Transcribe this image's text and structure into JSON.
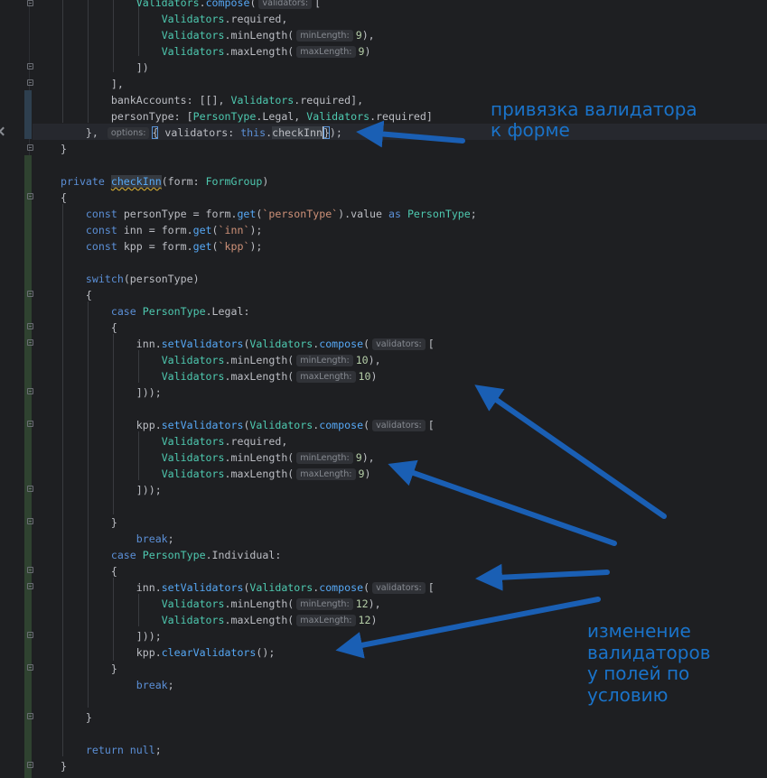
{
  "editor": {
    "language": "typescript",
    "lines": [
      {
        "indent": 6,
        "tokens": [
          {
            "t": "Validators",
            "c": "ty"
          },
          {
            "t": "."
          },
          {
            "t": "compose",
            "c": "mt"
          },
          {
            "t": "("
          },
          {
            "h": "validators:"
          },
          {
            "t": "["
          }
        ]
      },
      {
        "indent": 8,
        "tokens": [
          {
            "t": "Validators",
            "c": "ty"
          },
          {
            "t": ".required,"
          }
        ]
      },
      {
        "indent": 8,
        "tokens": [
          {
            "t": "Validators",
            "c": "ty"
          },
          {
            "t": ".minLength("
          },
          {
            "h": "minLength:"
          },
          {
            "t": "9",
            "c": "num"
          },
          {
            "t": "),"
          }
        ]
      },
      {
        "indent": 8,
        "tokens": [
          {
            "t": "Validators",
            "c": "ty"
          },
          {
            "t": ".maxLength("
          },
          {
            "h": "maxLength:"
          },
          {
            "t": "9",
            "c": "num"
          },
          {
            "t": ")"
          }
        ]
      },
      {
        "indent": 6,
        "tokens": [
          {
            "t": "])"
          }
        ]
      },
      {
        "indent": 4,
        "tokens": [
          {
            "t": "],"
          }
        ]
      },
      {
        "indent": 4,
        "tokens": [
          {
            "t": "bankAccounts: [[], "
          },
          {
            "t": "Validators",
            "c": "ty"
          },
          {
            "t": ".required],"
          }
        ]
      },
      {
        "indent": 4,
        "tokens": [
          {
            "t": "personType: ["
          },
          {
            "t": "PersonType",
            "c": "ty"
          },
          {
            "t": ".Legal, "
          },
          {
            "t": "Validators",
            "c": "ty"
          },
          {
            "t": ".required]"
          }
        ]
      },
      {
        "indent": 2,
        "tokens": [
          {
            "t": "}, "
          },
          {
            "h": "options:"
          },
          {
            "t": "{",
            "c": "bracket-hl"
          },
          {
            "t": " validators: "
          },
          {
            "t": "this",
            "c": "kw"
          },
          {
            "t": "."
          },
          {
            "t": "checkInn",
            "c": "hl caret"
          },
          {
            "t": "}",
            "c": "bracket-hl"
          },
          {
            "t": ");"
          }
        ]
      },
      {
        "indent": 0,
        "tokens": [
          {
            "t": "}"
          }
        ]
      },
      {
        "indent": 0,
        "tokens": []
      },
      {
        "indent": 0,
        "tokens": [
          {
            "t": "private ",
            "c": "kw"
          },
          {
            "t": "checkInn",
            "c": "mt squiggle hl"
          },
          {
            "t": "(form: "
          },
          {
            "t": "FormGroup",
            "c": "ty"
          },
          {
            "t": ")"
          }
        ]
      },
      {
        "indent": 0,
        "tokens": [
          {
            "t": "{"
          }
        ]
      },
      {
        "indent": 2,
        "tokens": [
          {
            "t": "const ",
            "c": "kw"
          },
          {
            "t": "personType = form."
          },
          {
            "t": "get",
            "c": "mt"
          },
          {
            "t": "("
          },
          {
            "t": "`personType`",
            "c": "st2"
          },
          {
            "t": ").value "
          },
          {
            "t": "as ",
            "c": "kw"
          },
          {
            "t": "PersonType",
            "c": "ty"
          },
          {
            "t": ";"
          }
        ]
      },
      {
        "indent": 2,
        "tokens": [
          {
            "t": "const ",
            "c": "kw"
          },
          {
            "t": "inn = form."
          },
          {
            "t": "get",
            "c": "mt"
          },
          {
            "t": "("
          },
          {
            "t": "`inn`",
            "c": "st2"
          },
          {
            "t": ");"
          }
        ]
      },
      {
        "indent": 2,
        "tokens": [
          {
            "t": "const ",
            "c": "kw"
          },
          {
            "t": "kpp = form."
          },
          {
            "t": "get",
            "c": "mt"
          },
          {
            "t": "("
          },
          {
            "t": "`kpp`",
            "c": "st2"
          },
          {
            "t": ");"
          }
        ]
      },
      {
        "indent": 0,
        "tokens": []
      },
      {
        "indent": 2,
        "tokens": [
          {
            "t": "switch",
            "c": "kw"
          },
          {
            "t": "(personType)"
          }
        ]
      },
      {
        "indent": 2,
        "tokens": [
          {
            "t": "{"
          }
        ]
      },
      {
        "indent": 4,
        "tokens": [
          {
            "t": "case ",
            "c": "kw"
          },
          {
            "t": "PersonType",
            "c": "ty"
          },
          {
            "t": ".Legal:"
          }
        ]
      },
      {
        "indent": 4,
        "tokens": [
          {
            "t": "{"
          }
        ]
      },
      {
        "indent": 6,
        "tokens": [
          {
            "t": "inn."
          },
          {
            "t": "setValidators",
            "c": "mt"
          },
          {
            "t": "("
          },
          {
            "t": "Validators",
            "c": "ty"
          },
          {
            "t": "."
          },
          {
            "t": "compose",
            "c": "mt"
          },
          {
            "t": "("
          },
          {
            "h": "validators:"
          },
          {
            "t": "["
          }
        ]
      },
      {
        "indent": 8,
        "tokens": [
          {
            "t": "Validators",
            "c": "ty"
          },
          {
            "t": ".minLength("
          },
          {
            "h": "minLength:"
          },
          {
            "t": "10",
            "c": "num"
          },
          {
            "t": "),"
          }
        ]
      },
      {
        "indent": 8,
        "tokens": [
          {
            "t": "Validators",
            "c": "ty"
          },
          {
            "t": ".maxLength("
          },
          {
            "h": "maxLength:"
          },
          {
            "t": "10",
            "c": "num"
          },
          {
            "t": ")"
          }
        ]
      },
      {
        "indent": 6,
        "tokens": [
          {
            "t": "]));"
          }
        ]
      },
      {
        "indent": 0,
        "tokens": []
      },
      {
        "indent": 6,
        "tokens": [
          {
            "t": "kpp."
          },
          {
            "t": "setValidators",
            "c": "mt"
          },
          {
            "t": "("
          },
          {
            "t": "Validators",
            "c": "ty"
          },
          {
            "t": "."
          },
          {
            "t": "compose",
            "c": "mt"
          },
          {
            "t": "("
          },
          {
            "h": "validators:"
          },
          {
            "t": "["
          }
        ]
      },
      {
        "indent": 8,
        "tokens": [
          {
            "t": "Validators",
            "c": "ty"
          },
          {
            "t": ".required,"
          }
        ]
      },
      {
        "indent": 8,
        "tokens": [
          {
            "t": "Validators",
            "c": "ty"
          },
          {
            "t": ".minLength("
          },
          {
            "h": "minLength:"
          },
          {
            "t": "9",
            "c": "num"
          },
          {
            "t": "),"
          }
        ]
      },
      {
        "indent": 8,
        "tokens": [
          {
            "t": "Validators",
            "c": "ty"
          },
          {
            "t": ".maxLength("
          },
          {
            "h": "maxLength:"
          },
          {
            "t": "9",
            "c": "num"
          },
          {
            "t": ")"
          }
        ]
      },
      {
        "indent": 6,
        "tokens": [
          {
            "t": "]));"
          }
        ]
      },
      {
        "indent": 0,
        "tokens": []
      },
      {
        "indent": 4,
        "tokens": [
          {
            "t": "}"
          }
        ]
      },
      {
        "indent": 6,
        "tokens": [
          {
            "t": "break",
            "c": "kw"
          },
          {
            "t": ";"
          }
        ]
      },
      {
        "indent": 4,
        "tokens": [
          {
            "t": "case ",
            "c": "kw"
          },
          {
            "t": "PersonType",
            "c": "ty"
          },
          {
            "t": ".Individual:"
          }
        ]
      },
      {
        "indent": 4,
        "tokens": [
          {
            "t": "{"
          }
        ]
      },
      {
        "indent": 6,
        "tokens": [
          {
            "t": "inn."
          },
          {
            "t": "setValidators",
            "c": "mt"
          },
          {
            "t": "("
          },
          {
            "t": "Validators",
            "c": "ty"
          },
          {
            "t": "."
          },
          {
            "t": "compose",
            "c": "mt"
          },
          {
            "t": "("
          },
          {
            "h": "validators:"
          },
          {
            "t": "["
          }
        ]
      },
      {
        "indent": 8,
        "tokens": [
          {
            "t": "Validators",
            "c": "ty"
          },
          {
            "t": ".minLength("
          },
          {
            "h": "minLength:"
          },
          {
            "t": "12",
            "c": "num"
          },
          {
            "t": "),"
          }
        ]
      },
      {
        "indent": 8,
        "tokens": [
          {
            "t": "Validators",
            "c": "ty"
          },
          {
            "t": ".maxLength("
          },
          {
            "h": "maxLength:"
          },
          {
            "t": "12",
            "c": "num"
          },
          {
            "t": ")"
          }
        ]
      },
      {
        "indent": 6,
        "tokens": [
          {
            "t": "]));"
          }
        ]
      },
      {
        "indent": 6,
        "tokens": [
          {
            "t": "kpp."
          },
          {
            "t": "clearValidators",
            "c": "mt"
          },
          {
            "t": "();"
          }
        ]
      },
      {
        "indent": 4,
        "tokens": [
          {
            "t": "}"
          }
        ]
      },
      {
        "indent": 6,
        "tokens": [
          {
            "t": "break",
            "c": "kw"
          },
          {
            "t": ";"
          }
        ]
      },
      {
        "indent": 0,
        "tokens": []
      },
      {
        "indent": 2,
        "tokens": [
          {
            "t": "}"
          }
        ]
      },
      {
        "indent": 0,
        "tokens": []
      },
      {
        "indent": 2,
        "tokens": [
          {
            "t": "return ",
            "c": "kw"
          },
          {
            "t": "null",
            "c": "kw"
          },
          {
            "t": ";"
          }
        ]
      },
      {
        "indent": 0,
        "tokens": [
          {
            "t": "}"
          }
        ]
      }
    ]
  },
  "annotations": {
    "top": "привязка валидатора\nк форме",
    "bottom": "изменение\nвалидаторов\nу полей по\nусловию"
  },
  "colors": {
    "annotation": "#1a73c9",
    "background": "#1e1f22"
  }
}
